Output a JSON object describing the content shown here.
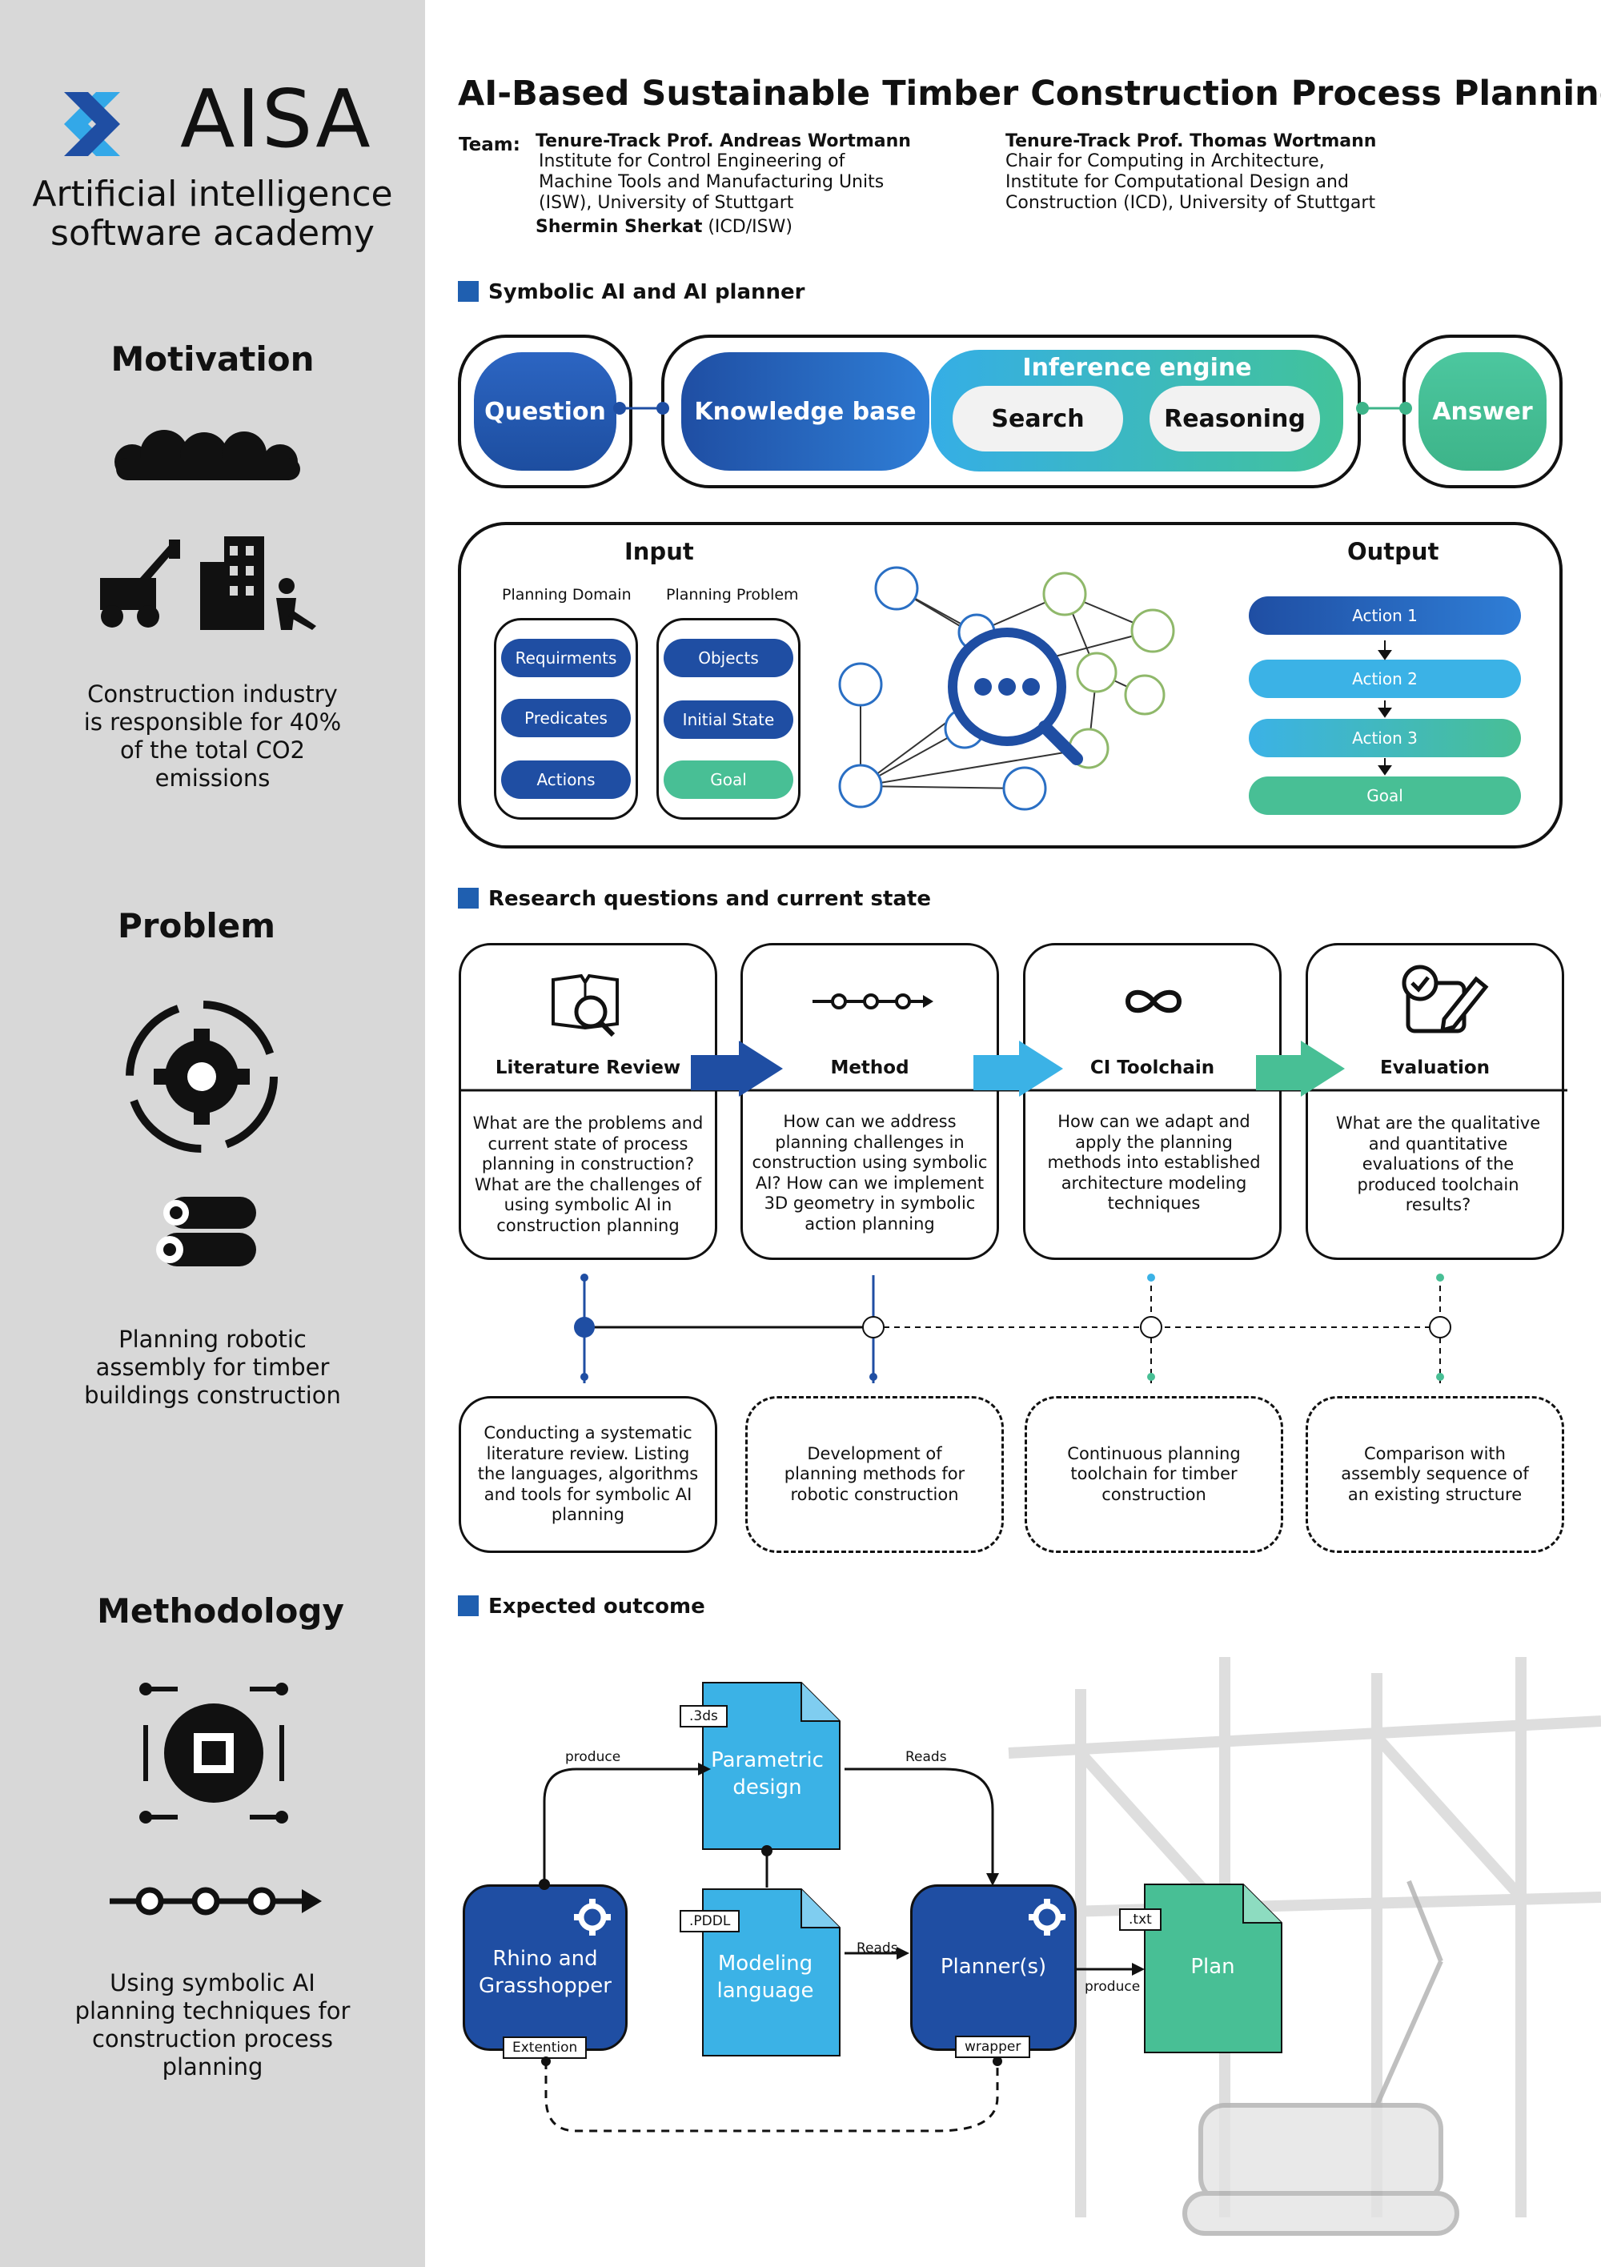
{
  "sidebar": {
    "logo_text": "AISA",
    "tagline_line1": "Artificial intelligence",
    "tagline_line2": "software academy",
    "motivation": {
      "heading": "Motivation",
      "text": "Construction industry is responsible for 40% of the total CO2 emissions"
    },
    "problem": {
      "heading": "Problem",
      "text": "Planning robotic assembly for timber buildings construction"
    },
    "methodology": {
      "heading": "Methodology",
      "text": "Using symbolic AI planning techniques for construction process planning"
    }
  },
  "header": {
    "title": "AI-Based Sustainable Timber Construction Process Planning",
    "team_label": "Team:",
    "member1_name": "Tenure-Track Prof. Andreas Wortmann",
    "member1_inst1": "Institute for Control Engineering of",
    "member1_inst2": "Machine Tools and Manufacturing Units",
    "member1_inst3": "(ISW), University of Stuttgart",
    "member2_name": "Tenure-Track Prof. Thomas Wortmann",
    "member2_inst1": "Chair for Computing in Architecture,",
    "member2_inst2": "Institute for Computational Design and",
    "member2_inst3": "Construction (ICD), University of Stuttgart",
    "member3_name": "Shermin Sherkat",
    "member3_aff": "(ICD/ISW)"
  },
  "symbolic": {
    "section_title": "Symbolic AI and AI planner",
    "question": "Question",
    "knowledge_base": "Knowledge base",
    "inference_engine": "Inference engine",
    "search": "Search",
    "reasoning": "Reasoning",
    "answer": "Answer",
    "input_title": "Input",
    "output_title": "Output",
    "planning_domain": "Planning Domain",
    "planning_problem": "Planning Problem",
    "domain_items": [
      "Requirments",
      "Predicates",
      "Actions"
    ],
    "problem_items": [
      "Objects",
      "Initial State",
      "Goal"
    ],
    "output_items": [
      "Action 1",
      "Action 2",
      "Action 3",
      "Goal"
    ]
  },
  "research": {
    "section_title": "Research questions and current state",
    "cards": [
      {
        "title": "Literature Review",
        "body": "What are the problems and current state of process planning in construction? What are the challenges of using symbolic AI in construction planning"
      },
      {
        "title": "Method",
        "body": "How can we address planning challenges in construction using symbolic AI? How can we implement 3D geometry in symbolic action planning"
      },
      {
        "title": "CI Toolchain",
        "body": "How can we adapt and apply the planning methods into established architecture modeling techniques"
      },
      {
        "title": "Evaluation",
        "body": "What are the qualitative and quantitative evaluations of the produced toolchain results?"
      }
    ],
    "results": [
      "Conducting a systematic literature review. Listing the languages, algorithms and tools for symbolic AI planning",
      "Development of planning methods for robotic construction",
      "Continuous planning toolchain for timber construction",
      "Comparison with assembly sequence of an existing structure"
    ]
  },
  "outcome": {
    "section_title": "Expected outcome",
    "rhino_line1": "Rhino and",
    "rhino_line2": "Grasshopper",
    "extension": "Extention",
    "parametric_line1": "Parametric",
    "parametric_line2": "design",
    "tag_3ds": ".3ds",
    "modeling_line1": "Modeling",
    "modeling_line2": "language",
    "tag_pddl": ".PDDL",
    "planner": "Planner(s)",
    "wrapper": "wrapper",
    "plan": "Plan",
    "tag_txt": ".txt",
    "edge_produce": "produce",
    "edge_reads": "Reads",
    "edge_reads2": "Reads",
    "edge_produce2": "produce"
  },
  "colors": {
    "dark_blue": "#1f4ea3",
    "blue": "#2a6fc4",
    "light_blue": "#3bb2e6",
    "teal": "#48bf95",
    "sidebar_bg": "#d8d8d8"
  }
}
